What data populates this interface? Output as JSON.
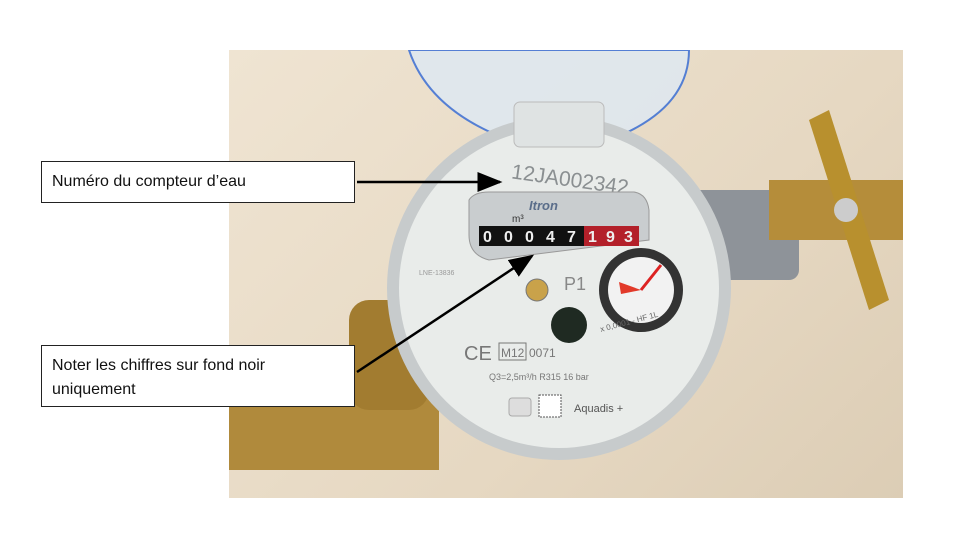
{
  "callouts": {
    "serial": "Numéro du compteur d’eau",
    "digits": "Noter les chiffres sur fond noir uniquement"
  },
  "meter": {
    "serial": "12JA002342",
    "brand": "Itron",
    "unit": "m³",
    "black_digits": [
      "0",
      "0",
      "0",
      "4",
      "7"
    ],
    "red_digits": [
      "1",
      "9",
      "3"
    ],
    "lne": "LNE-13836",
    "p1": "P1",
    "multiplier": "x 0,0001 - HF 1L",
    "ce": "CE",
    "metrology": "M12",
    "metrology_code": "0071",
    "specs": "Q3=2,5m³/h R315 16 bar",
    "model": "Aquadis +"
  }
}
